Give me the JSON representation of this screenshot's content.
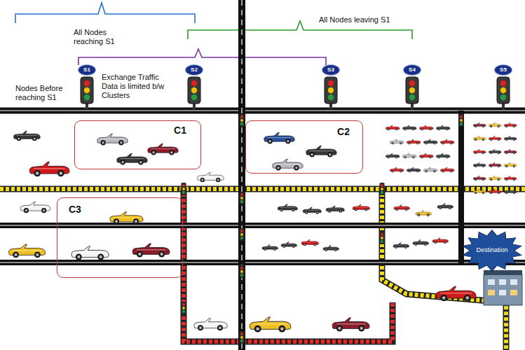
{
  "diagram": {
    "nodes": [
      {
        "text": [
          "S1"
        ]
      },
      {
        "text": [
          "S2"
        ]
      },
      {
        "text": [
          "S3"
        ]
      },
      {
        "text": [
          "S4"
        ]
      },
      {
        "text": [
          "S5"
        ]
      },
      {
        "text": [
          "C1"
        ]
      },
      {
        "text": [
          "C2"
        ]
      },
      {
        "text": [
          "C3"
        ]
      },
      {
        "text": [
          "Destination"
        ]
      }
    ],
    "labels": [
      "All Nodes reaching S1",
      "All Nodes leaving S1",
      "Nodes Before reaching S1",
      "Exchange Traffic Data is limited b/w Clusters"
    ]
  }
}
